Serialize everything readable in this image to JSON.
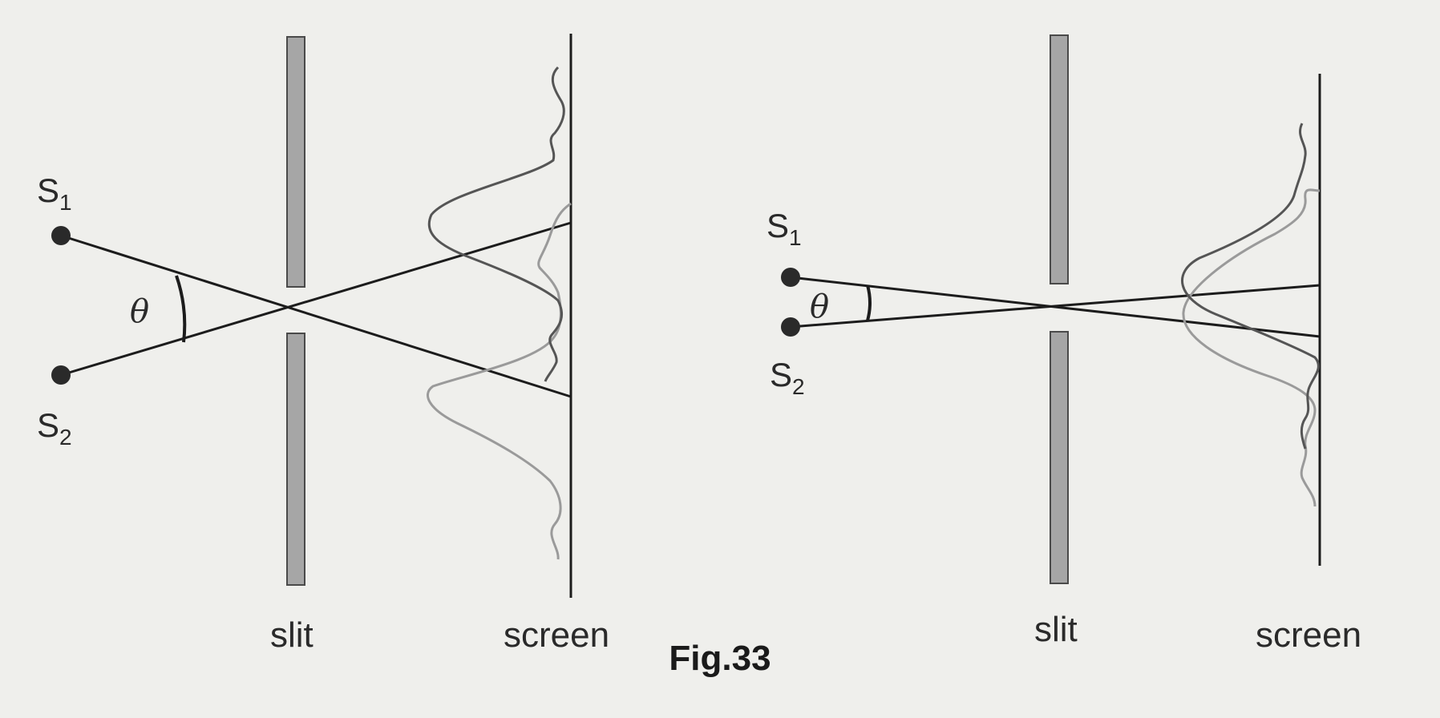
{
  "caption": "Fig.33",
  "panels": [
    {
      "source1": {
        "letter": "S",
        "sub": "1"
      },
      "source2": {
        "letter": "S",
        "sub": "2"
      },
      "angle_symbol": "θ",
      "slit_label": "slit",
      "screen_label": "screen"
    },
    {
      "source1": {
        "letter": "S",
        "sub": "1"
      },
      "source2": {
        "letter": "S",
        "sub": "2"
      },
      "angle_symbol": "θ",
      "slit_label": "slit",
      "screen_label": "screen"
    }
  ],
  "colors": {
    "background": "#efefec",
    "ink": "#1c1c1c",
    "barrier_fill": "#a6a6a6",
    "pattern_dark": "#555555",
    "pattern_light": "#9a9a9a"
  }
}
